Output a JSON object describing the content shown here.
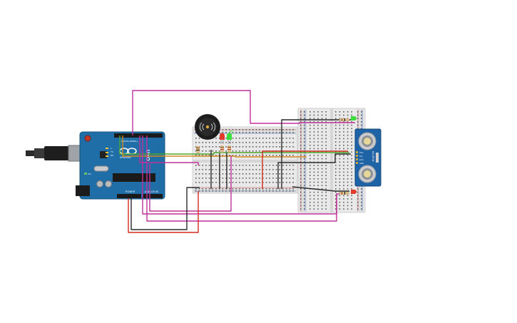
{
  "arduino": {
    "brand_label": "UNO",
    "logo_text": "ARDUINO",
    "power_label": "POWER",
    "analog_label": "ANALOG IN",
    "digital_label": "DIGITAL (PWM~)",
    "tx_label": "TX",
    "rx_label": "RX",
    "l_label": "L",
    "on_label": "ON"
  },
  "sensor": {
    "model_label": "HC-SR04",
    "pin_labels": [
      "VCC",
      "Trig",
      "Echo",
      "GND"
    ]
  },
  "colors": {
    "arduino_board": "#1f6ea8",
    "breadboard": "#e9e9e9",
    "sensor_board": "#1e63a6",
    "wire_magenta": "#c0309a",
    "wire_red": "#d42a1c",
    "wire_black": "#2a2a2a",
    "wire_green": "#4ca62a",
    "wire_orange": "#d68a1e",
    "led_green": "#3ddc3d",
    "led_red": "#e23a2a",
    "buzzer": "#1d1d1d"
  }
}
